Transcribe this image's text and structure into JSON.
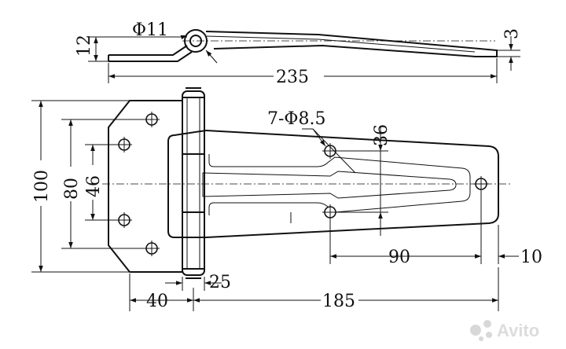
{
  "drawing": {
    "side_view": {
      "pin_diameter": "Φ11",
      "thickness": "12",
      "plate": "3",
      "length": "235"
    },
    "plan_view": {
      "height_total": "100",
      "hole_spacing_outer": "80",
      "hole_spacing_inner": "46",
      "holes": "7-Φ8.5",
      "hole_spacing_leaf": "36",
      "leaf_hole_distance": "90",
      "edge_distance": "10",
      "knuckle_offset": "25",
      "base_width": "40",
      "leaf_length": "185"
    }
  },
  "watermark": {
    "brand": "Avito",
    "icon": "avito-logo-icon"
  }
}
